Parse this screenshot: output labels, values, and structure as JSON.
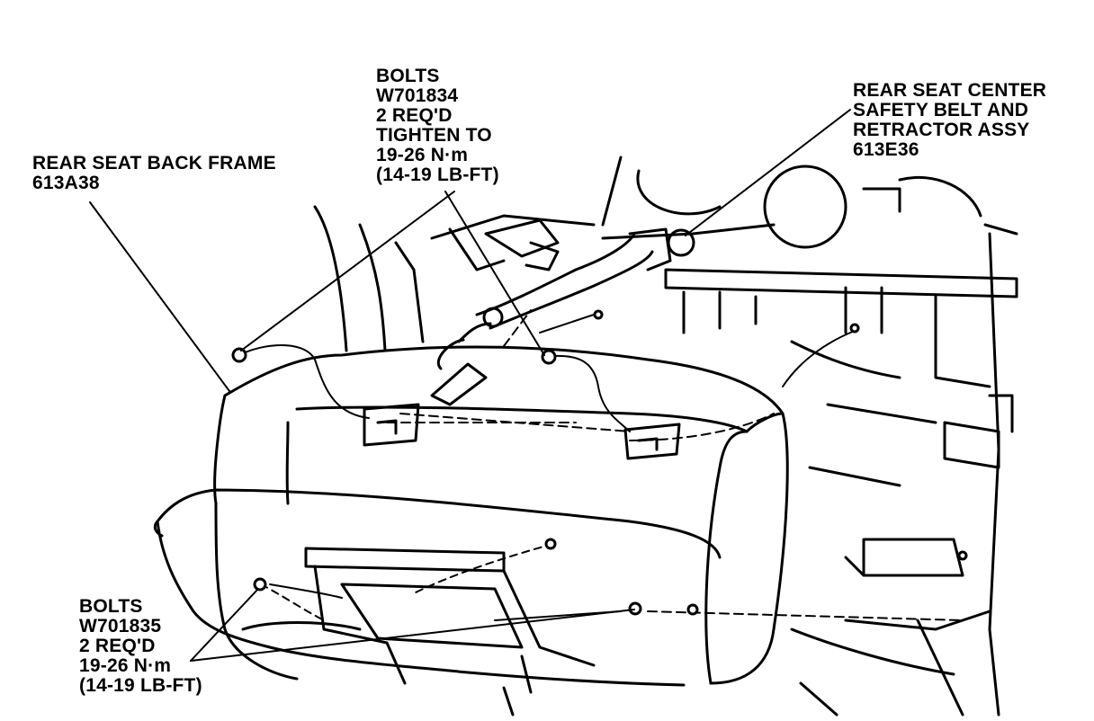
{
  "callouts": {
    "bolts_top": {
      "lines": [
        "BOLTS",
        "W701834",
        "2 REQ'D",
        "TIGHTEN TO",
        "19-26 N·m",
        "(14-19 LB-FT)"
      ]
    },
    "belt_assy": {
      "lines": [
        "REAR SEAT CENTER",
        "SAFETY BELT AND",
        "RETRACTOR ASSY",
        "613E36"
      ]
    },
    "frame": {
      "lines": [
        "REAR SEAT BACK FRAME",
        "613A38"
      ]
    },
    "bolts_bottom": {
      "lines": [
        "BOLTS",
        "W701835",
        "2 REQ'D",
        "19-26 N·m",
        "(14-19 LB-FT)"
      ]
    }
  }
}
